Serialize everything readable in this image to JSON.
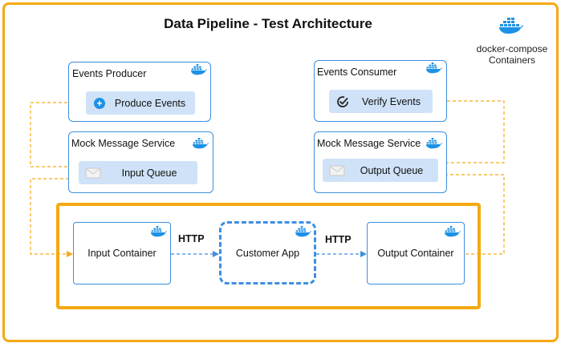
{
  "title": "Data Pipeline - Test Architecture",
  "compose": {
    "line1": "docker-compose",
    "line2": "Containers",
    "icon": "docker-whale-icon"
  },
  "producer": {
    "title": "Events Producer",
    "item": "Produce Events",
    "icon": "plus-circle-icon"
  },
  "consumer": {
    "title": "Events Consumer",
    "item": "Verify Events",
    "icon": "check-circle-icon"
  },
  "mock_input": {
    "title": "Mock Message Service",
    "item": "Input Queue",
    "icon": "envelope-icon"
  },
  "mock_output": {
    "title": "Mock Message Service",
    "item": "Output Queue",
    "icon": "envelope-icon"
  },
  "containers": {
    "input": "Input Container",
    "app": "Customer App",
    "output": "Output Container"
  },
  "protocols": {
    "left": "HTTP",
    "right": "HTTP"
  },
  "colors": {
    "accent": "#F5A914",
    "border": "#3E8EE0",
    "pill": "#CFE2F8",
    "docker": "#1D91E6"
  }
}
